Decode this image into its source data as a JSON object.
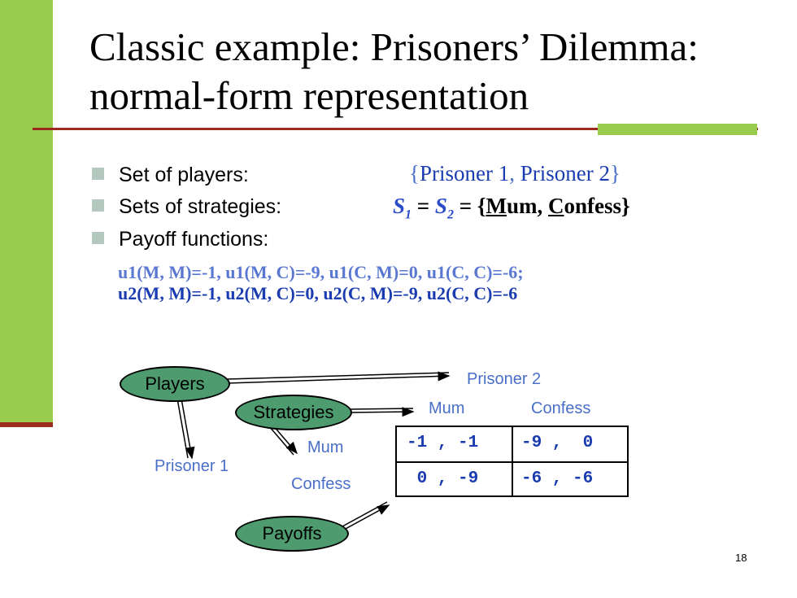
{
  "title": "Classic example: Prisoners’ Dilemma: normal-form representation",
  "bullets": [
    {
      "label": "Set of players:"
    },
    {
      "label": "Sets of strategies:"
    },
    {
      "label": "Payoff functions:"
    }
  ],
  "players_value": {
    "open": "{",
    "p1": "Prisoner 1",
    "sep": ", ",
    "p2": "Prisoner 2",
    "close": "}"
  },
  "strategies_value": {
    "s": "S",
    "sub1": "1",
    "eq": " = ",
    "sub2": "2",
    "eq2": " = {",
    "m": "M",
    "um": "um, ",
    "c": "C",
    "onfess": "onfess}"
  },
  "payoffs": {
    "row1": "u1(M, M)=-1, u1(M, C)=-9, u1(C, M)=0, u1(C, C)=-6;",
    "row2": "u2(M, M)=-1, u2(M, C)=0, u2(C, M)=-9, u2(C, C)=-6"
  },
  "diagram": {
    "players": "Players",
    "strategies": "Strategies",
    "payoffs": "Payoffs",
    "prisoner1": "Prisoner 1",
    "prisoner2": "Prisoner 2",
    "mum_col": "Mum",
    "confess_col": "Confess",
    "mum_row": "Mum",
    "confess_row": "Confess"
  },
  "matrix": [
    [
      "-1 , -1",
      "-9 ,  0"
    ],
    [
      " 0 , -9",
      "-6 , -6"
    ]
  ],
  "page_number": "18",
  "colors": {
    "accent_green": "#99cc4d",
    "accent_red": "#9b2a1f",
    "oval_fill": "#4d9b6e",
    "text_blue": "#4a6fc8",
    "dark_blue": "#1a3cb0"
  }
}
